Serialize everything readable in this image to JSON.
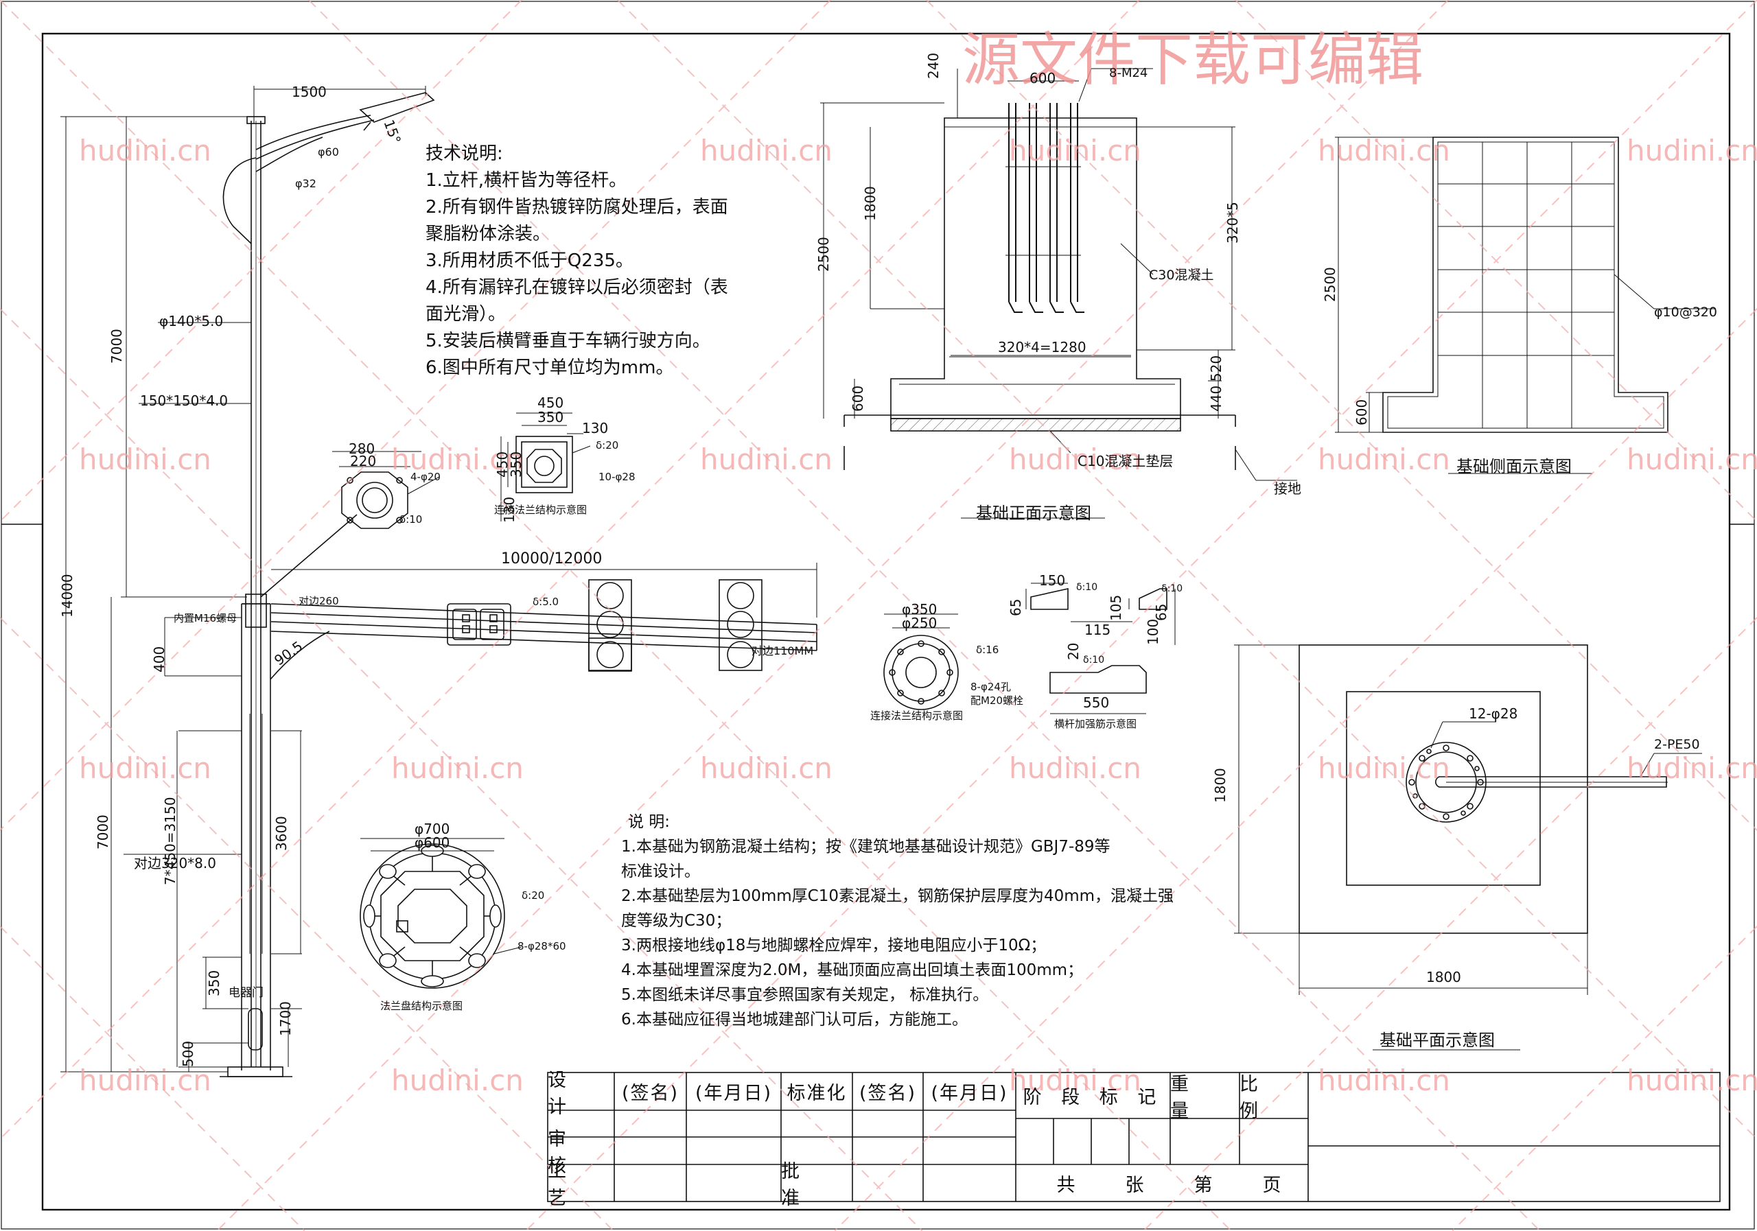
{
  "watermark": {
    "title": "源文件下载可编辑",
    "site": "hudini.cn"
  },
  "pole": {
    "dims": {
      "arm_1500": "1500",
      "angle_15": "15°",
      "d60": "φ60",
      "d32": "φ32",
      "h7000_upper": "7000",
      "d140": "φ140*5.0",
      "sq150": "150*150*4.0",
      "h14000": "14000",
      "inner_m16": "内置M16螺母",
      "opp260": "对边260",
      "ang90": "90.5",
      "d400": "400",
      "h7000_lower": "7000",
      "d3150": "7*450=3150",
      "h3600": "3600",
      "opp320": "对边320*8.0",
      "d350": "350",
      "door": "电器门",
      "h1700": "1700",
      "d500": "500",
      "span": "10000/12000",
      "delta50": "δ:5.0",
      "opp110": "对边110MM"
    }
  },
  "tech_notes": {
    "title": "技术说明:",
    "lines": [
      "1.立杆,横杆皆为等径杆。",
      "2.所有钢件皆热镀锌防腐处理后，表面",
      "聚脂粉体涂装。",
      "3.所用材质不低于Q235。",
      "4.所有漏锌孔在镀锌以后必须密封（表",
      "面光滑）。",
      "5.安装后横臂垂直于车辆行驶方向。",
      "6.图中所有尺寸单位均为mm。"
    ]
  },
  "flange_small": {
    "d280": "280",
    "d220": "220",
    "holes": "4-φ20",
    "thick": "δ:10"
  },
  "flange_square": {
    "d450": "450",
    "d350": "350",
    "d130": "130",
    "v450": "450",
    "v350": "350",
    "v130": "130",
    "thick": "δ:20",
    "holes": "10-φ28",
    "caption": "连接法兰结构示意图"
  },
  "flange_round": {
    "d350": "φ350",
    "d250": "φ250",
    "thick": "δ:16",
    "holes": "8-φ24孔",
    "bolts": "配M20螺栓",
    "caption": "连接法兰结构示意图"
  },
  "stiffener": {
    "d150": "150",
    "t10a": "δ:10",
    "d65a": "65",
    "d105": "105",
    "t10b": "δ:10",
    "d65b": "65",
    "d115": "115",
    "d100": "100",
    "d20": "20",
    "t10c": "δ:10",
    "d550": "550",
    "caption": "横杆加强筋示意图"
  },
  "base_flange": {
    "d700": "φ700",
    "d600": "φ600",
    "thick": "δ:20",
    "holes": "8-φ28*60",
    "caption": "法兰盘结构示意图"
  },
  "foundation_front": {
    "d240": "240",
    "d600": "600",
    "bolts": "8-M24",
    "d1800": "1800",
    "d2500": "2500",
    "d320x5": "320*5",
    "concrete": "C30混凝土",
    "d1280": "320*4=1280",
    "d520": "520",
    "d600b": "600",
    "d440": "440",
    "pad": "C10混凝土垫层",
    "ground": "接地",
    "caption": "基础正面示意图"
  },
  "foundation_side": {
    "d2500": "2500",
    "rebar": "φ10@320",
    "d600": "600",
    "caption": "基础侧面示意图"
  },
  "foundation_plan": {
    "holes": "12-φ28",
    "pe": "2-PE50",
    "d1800v": "1800",
    "d1800h": "1800",
    "caption": "基础平面示意图"
  },
  "spec_notes": {
    "title": "说    明:",
    "lines": [
      "1.本基础为钢筋混凝土结构；按《建筑地基基础设计规范》GBJ7-89等",
      "  标准设计。",
      "2.本基础垫层为100mm厚C10素混凝土，钢筋保护层厚度为40mm，混凝土强",
      "  度等级为C30；",
      "3.两根接地线φ18与地脚螺栓应焊牢，接地电阻应小于10Ω；",
      "4.本基础埋置深度为2.0M，基础顶面应高出回填土表面100mm；",
      "5.本图纸未详尽事宜参照国家有关规定， 标准执行。",
      "6.本基础应征得当地城建部门认可后，方能施工。"
    ]
  },
  "title_block": {
    "design": "设 计",
    "sign1": "(签名)",
    "date1": "(年月日)",
    "standard": "标准化",
    "sign2": "(签名)",
    "date2": "(年月日)",
    "review": "审 核",
    "process": "工 艺",
    "approve": "批 准",
    "stage": "阶 段 标 记",
    "weight": "重 量",
    "scale": "比 例",
    "total": "共",
    "sheets": "张",
    "no": "第",
    "page": "页"
  }
}
